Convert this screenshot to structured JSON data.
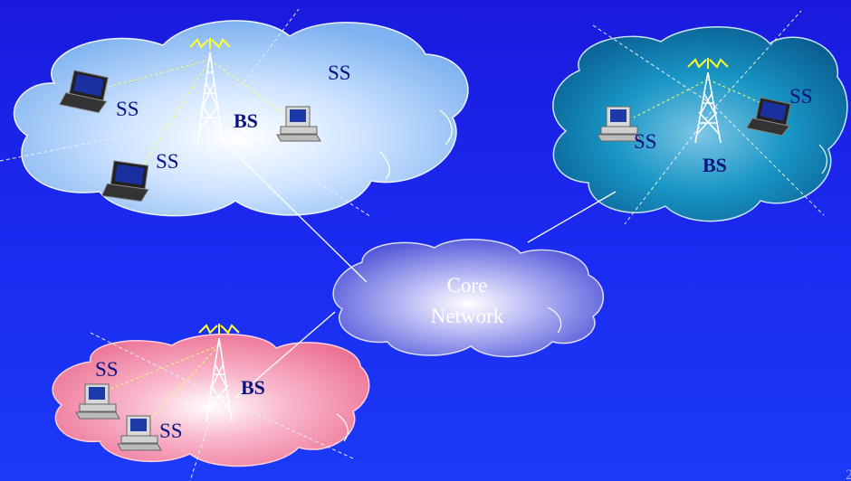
{
  "labels": {
    "ss": "SS",
    "bs": "BS"
  },
  "core_network": {
    "line1": "Core",
    "line2": "Network"
  },
  "corner_text": "2",
  "icons": {
    "tower": "radio-tower-icon",
    "laptop": "laptop-icon",
    "desktop": "desktop-computer-icon",
    "signal": "lightning-signal-icon"
  },
  "colors": {
    "background": "#1b2cf2",
    "cloud_top_left": "#a8cdf8",
    "cloud_top_right": "#0f8fb6",
    "cloud_bottom": "#f2829e",
    "cloud_core": "#8a8ee8",
    "label_text": "#0b1580",
    "core_text": "#ffffff",
    "link_line": "#ffffff",
    "beam_line": "#ffff66"
  }
}
